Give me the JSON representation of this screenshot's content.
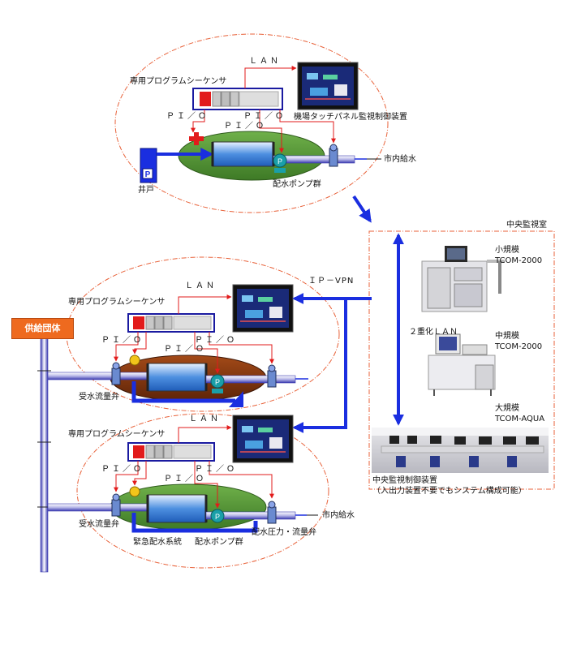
{
  "labels": {
    "top_lan": "ＬＡＮ",
    "top_sequencer": "専用プログラムシーケンサ",
    "top_pio_1": "ＰＩ／Ｏ",
    "top_pio_2": "ＰＩ／Ｏ",
    "top_pio_3": "ＰＩ／Ｏ",
    "top_touch_panel": "機場タッチパネル監視制御装置",
    "top_city_water": "市内給水",
    "top_well": "井戸",
    "top_pump_group": "配水ポンプ群",
    "mid_lan": "ＬＡＮ",
    "mid_sequencer": "専用プログラムシーケンサ",
    "mid_pio_1": "ＰＩ／Ｏ",
    "mid_pio_2": "ＰＩ／Ｏ",
    "mid_pio_3": "ＰＩ／Ｏ",
    "mid_flow_valve": "受水流量弁",
    "ip_vpn": "ＩＰ－VPN",
    "bot_lan": "ＬＡＮ",
    "bot_sequencer": "専用プログラムシーケンサ",
    "bot_pio_1": "ＰＩ／Ｏ",
    "bot_pio_2": "ＰＩ／Ｏ",
    "bot_pio_3": "ＰＩ／Ｏ",
    "bot_city_water": "市内給水",
    "bot_flow_valve": "受水流量弁",
    "bot_emergency": "緊急配水系統",
    "bot_pump_group": "配水ポンプ群",
    "bot_pressure_valve": "配水圧力・流量弁",
    "supplier": "供給団体",
    "central_room": "中央監視室",
    "dual_lan": "２重化ＬＡＮ",
    "small_scale": "小規模",
    "small_model": "TCOM-2000",
    "medium_scale": "中規模",
    "medium_model": "TCOM-2000",
    "large_scale": "大規模",
    "large_model": "TCOM-AQUA",
    "central_device": "中央監視制御装置",
    "central_note": "（入出力装置不要でもシステム構成可能）"
  },
  "pump_symbol": "P",
  "well_symbol": "P",
  "colors": {
    "pipe_blue": "#1a2ee0",
    "signal_red": "#e21b1b",
    "dash_orange": "#e8623a",
    "ground_green": "#5a9a3a",
    "ground_brown": "#8a3a10",
    "supplier_orange": "#ee6a1f",
    "sequencer_border": "#1a1aa0"
  }
}
